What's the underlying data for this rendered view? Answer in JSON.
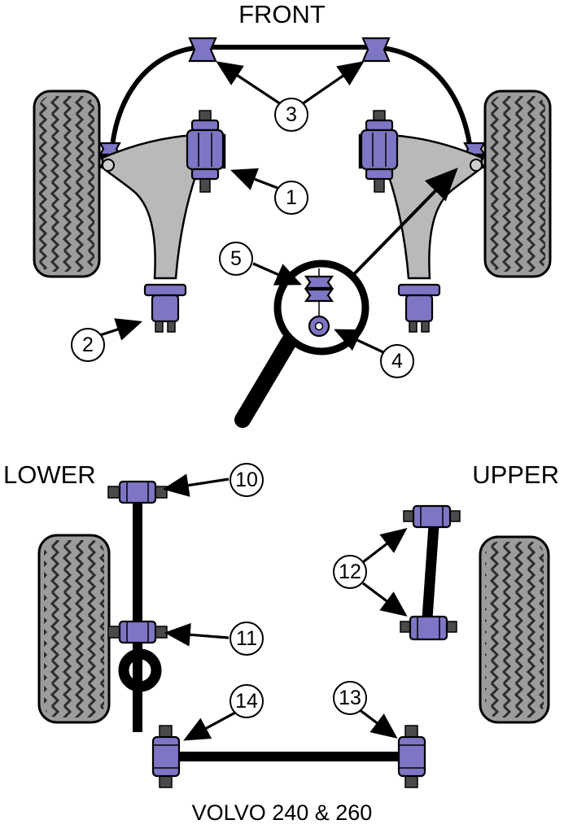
{
  "labels": {
    "front": "FRONT",
    "lower": "LOWER",
    "upper": "UPPER",
    "caption": "VOLVO 240 & 260"
  },
  "callouts": {
    "c1": "1",
    "c2": "2",
    "c3": "3",
    "c4": "4",
    "c5": "5",
    "c10": "10",
    "c11": "11",
    "c12": "12",
    "c13": "13",
    "c14": "14"
  },
  "colors": {
    "bushing": "#7d76c4",
    "tire": "#9c9c9c",
    "arm": "#b9b9b9"
  }
}
